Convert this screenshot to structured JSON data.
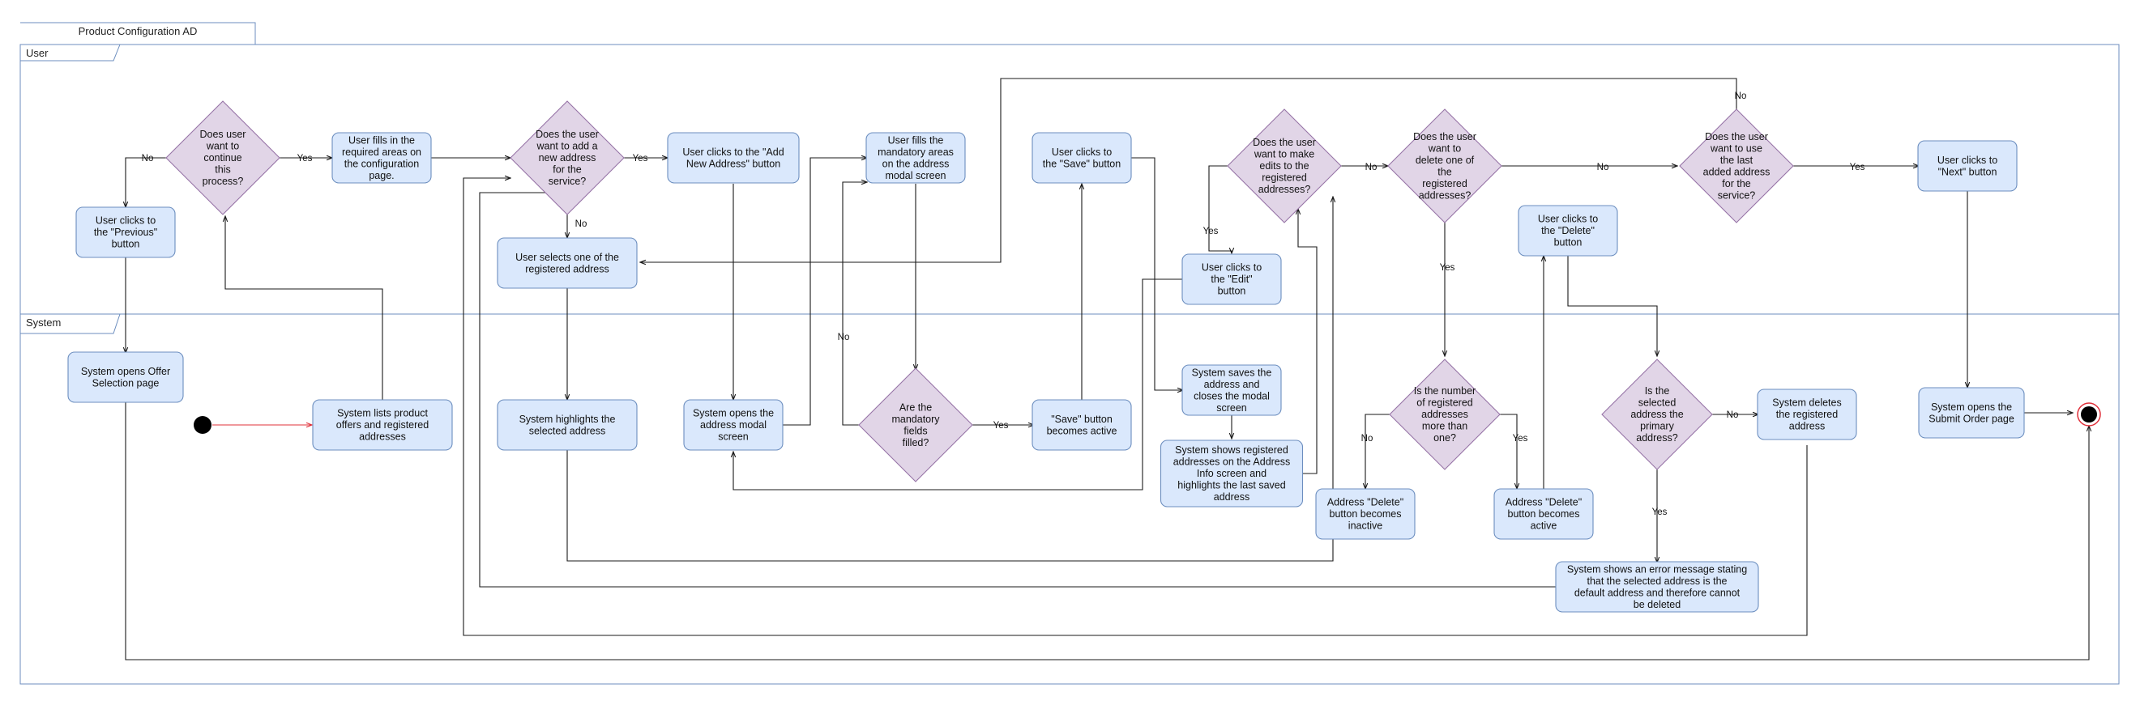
{
  "title": "Product Configuration AD",
  "lanes": {
    "user": "User",
    "system": "System"
  },
  "colors": {
    "action_fill": "#dae8fc",
    "action_stroke": "#6c8ebf",
    "decision_fill": "#e1d5e7",
    "decision_stroke": "#9673a6",
    "line": "#1a1a1a",
    "frame": "#6c8ebf",
    "start_edge": "#e0303a"
  },
  "nodes": {
    "n1": "Does user want to continue this process?",
    "n2": "User fills in the required areas on the configuration page.",
    "n3": "User clicks to the \"Previous\" button",
    "n4": "System opens Offer Selection page",
    "n5": "System lists product offers and registered addresses",
    "n6": "Does the user want to add a new address for the service?",
    "n7": "User selects one of the registered address",
    "n8": "System highlights the selected address",
    "n9": "User clicks to the \"Add New Address\" button",
    "n10": "System opens the address modal screen",
    "n11": "User fills the mandatory areas on the address modal screen",
    "n12": "Are the mandatory fields filled?",
    "n13": "\"Save\" button becomes active",
    "n14": "User clicks to the \"Save\" button",
    "n15": "Does the user want to make edits to the registered addresses?",
    "n16": "User clicks to the \"Edit\" button",
    "n17": "System saves the address and closes the modal screen",
    "n18": "System shows registered addresses on the Address Info screen and highlights the last saved address",
    "n19": "Does the user want to delete one of the registered addresses?",
    "n20": "Is the number of registered addresses more than one?",
    "n21": "Address \"Delete\" button becomes inactive",
    "n22": "Address \"Delete\" button becomes active",
    "n23": "User clicks to the \"Delete\" button",
    "n24": "Is the selected address the primary address?",
    "n25": "System deletes the registered address",
    "n26": "System shows an error message stating that the selected address is the default address and therefore cannot be deleted",
    "n27": "Does the user want to use the last added address for the service?",
    "n28": "User clicks to \"Next\" button",
    "n29": "System opens the Submit Order page"
  },
  "labels": {
    "yes": "Yes",
    "no": "No"
  }
}
